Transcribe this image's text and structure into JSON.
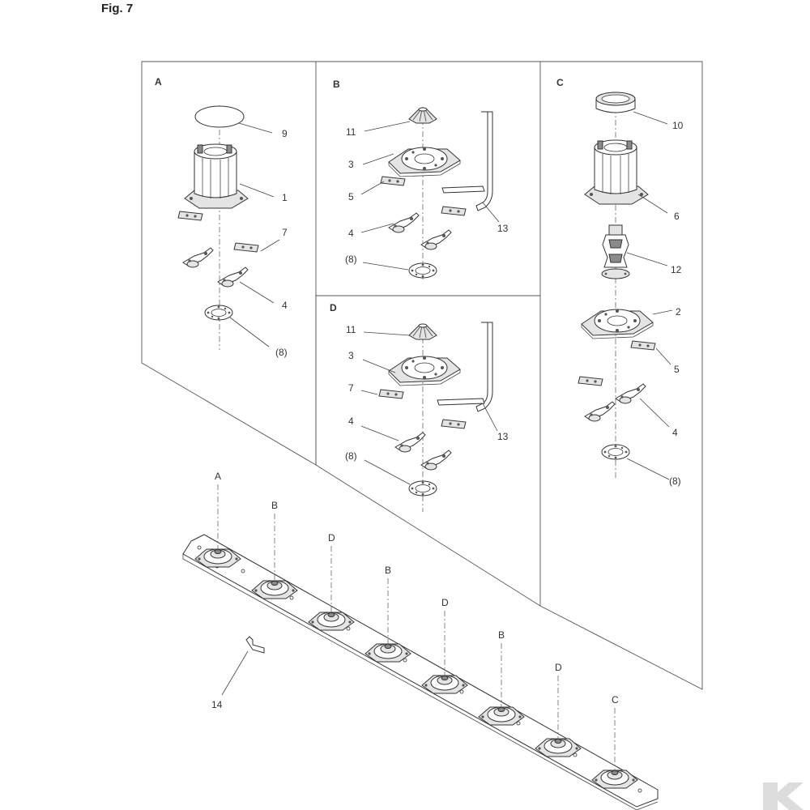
{
  "figure": {
    "title": "Fig. 7"
  },
  "panels": [
    {
      "id": "A",
      "label": "A"
    },
    {
      "id": "B",
      "label": "B"
    },
    {
      "id": "C",
      "label": "C"
    },
    {
      "id": "D",
      "label": "D"
    }
  ],
  "callouts": {
    "A": [
      "9",
      "1",
      "7",
      "4",
      "(8)"
    ],
    "B": [
      "11",
      "3",
      "5",
      "13",
      "4",
      "(8)"
    ],
    "C": [
      "10",
      "6",
      "12",
      "2",
      "5",
      "4",
      "(8)"
    ],
    "D": [
      "11",
      "3",
      "7",
      "13",
      "4",
      "(8)"
    ]
  },
  "cutterbar": {
    "disc_labels": [
      "A",
      "B",
      "D",
      "B",
      "D",
      "B",
      "D",
      "C"
    ],
    "separate_part": "14"
  },
  "colors": {
    "line": "#333333",
    "fill_light": "#e4e4e4",
    "fill_dark": "#8a8a8a"
  },
  "icons": [
    "k-logo-icon"
  ]
}
